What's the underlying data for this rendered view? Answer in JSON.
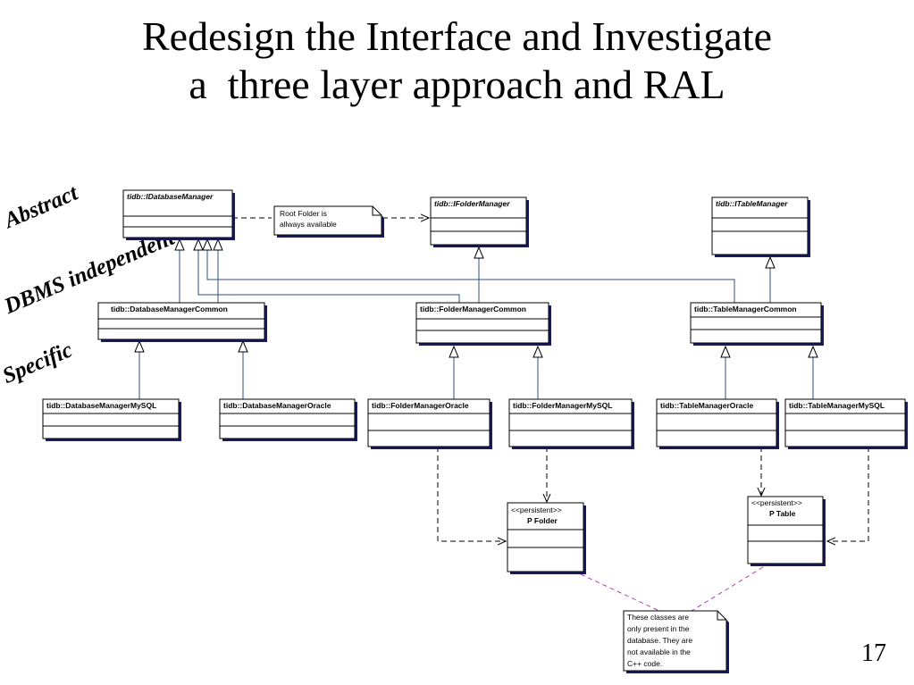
{
  "slide": {
    "title_line1": "Redesign the Interface and Investigate",
    "title_line2": "a  three layer approach and RAL",
    "page_number": "17"
  },
  "layers": {
    "abstract": "Abstract",
    "dbms_independent": "DBMS independent",
    "specific": "Specific"
  },
  "classes": {
    "i_database_manager": "tidb::IDatabaseManager",
    "i_folder_manager": "tidb::IFolderManager",
    "i_table_manager": "tidb::ITableManager",
    "database_manager_common": "tidb::DatabaseManagerCommon",
    "folder_manager_common": "tidb::FolderManagerCommon",
    "table_manager_common": "tidb::TableManagerCommon",
    "database_manager_mysql": "tidb::DatabaseManagerMySQL",
    "database_manager_oracle": "tidb::DatabaseManagerOracle",
    "folder_manager_oracle": "tidb::FolderManagerOracle",
    "folder_manager_mysql": "tidb::FolderManagerMySQL",
    "table_manager_oracle": "tidb::TableManagerOracle",
    "table_manager_mysql": "tidb::TableManagerMySQL",
    "p_folder_stereotype": "<<persistent>>",
    "p_folder_name": "P Folder",
    "p_table_stereotype": "<<persistent>>",
    "p_table_name": "P Table"
  },
  "notes": {
    "root_folder": [
      "Root Folder is",
      "allways available"
    ],
    "persistent_classes": [
      "These classes are",
      "only present in the",
      "database. They are",
      "not available in the",
      "C++ code."
    ]
  },
  "colors": {
    "box_border": "#000000",
    "box_shadow": "#1a1a5e",
    "inheritance_line": "#2f4f7f",
    "note_link": "#b040b0"
  }
}
